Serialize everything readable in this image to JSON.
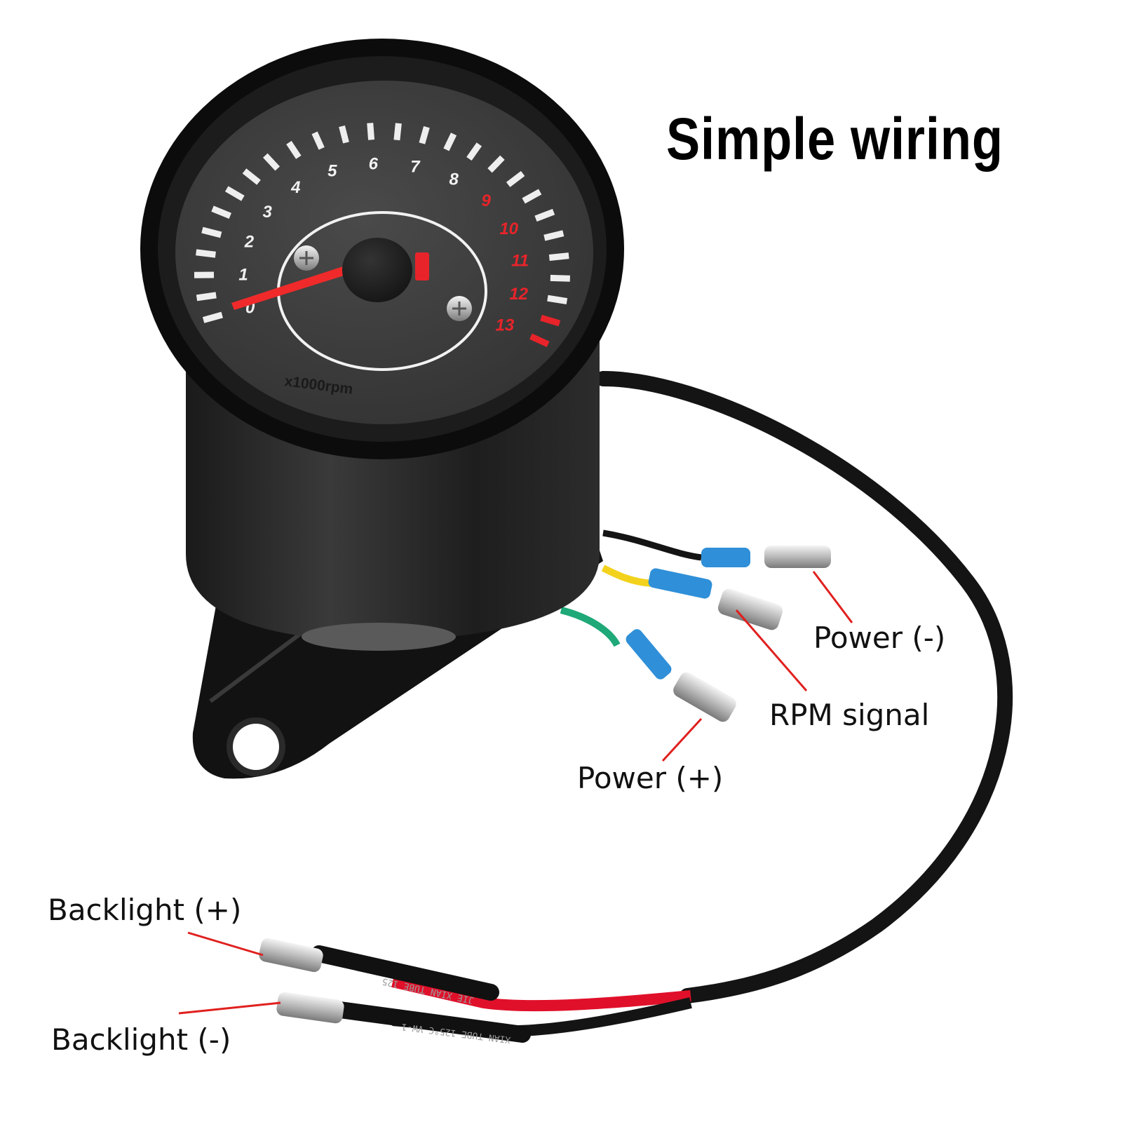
{
  "title": "Simple wiring",
  "gauge": {
    "dial_numbers_white": [
      "0",
      "1",
      "2",
      "3",
      "4",
      "5",
      "6",
      "7",
      "8"
    ],
    "dial_numbers_red": [
      "9",
      "10",
      "11",
      "12",
      "13"
    ],
    "unit_label": "x1000rpm"
  },
  "wire_print": {
    "upper": "JIE XIAN TUBE 125",
    "lower": "XIAN TUBE 125°C VW-1"
  },
  "labels": {
    "power_negative": "Power (-)",
    "rpm_signal": "RPM signal",
    "power_positive": "Power (+)",
    "backlight_positive": "Backlight (+)",
    "backlight_negative": "Backlight (-)"
  },
  "colors": {
    "callout_line": "#e0201e",
    "needle": "#f02a2a",
    "red_zone": "#e8242a",
    "wire_yellow": "#f2d21c",
    "wire_green": "#1fa878",
    "wire_red": "#e0102a",
    "sleeve_blue": "#2f8fd8"
  }
}
